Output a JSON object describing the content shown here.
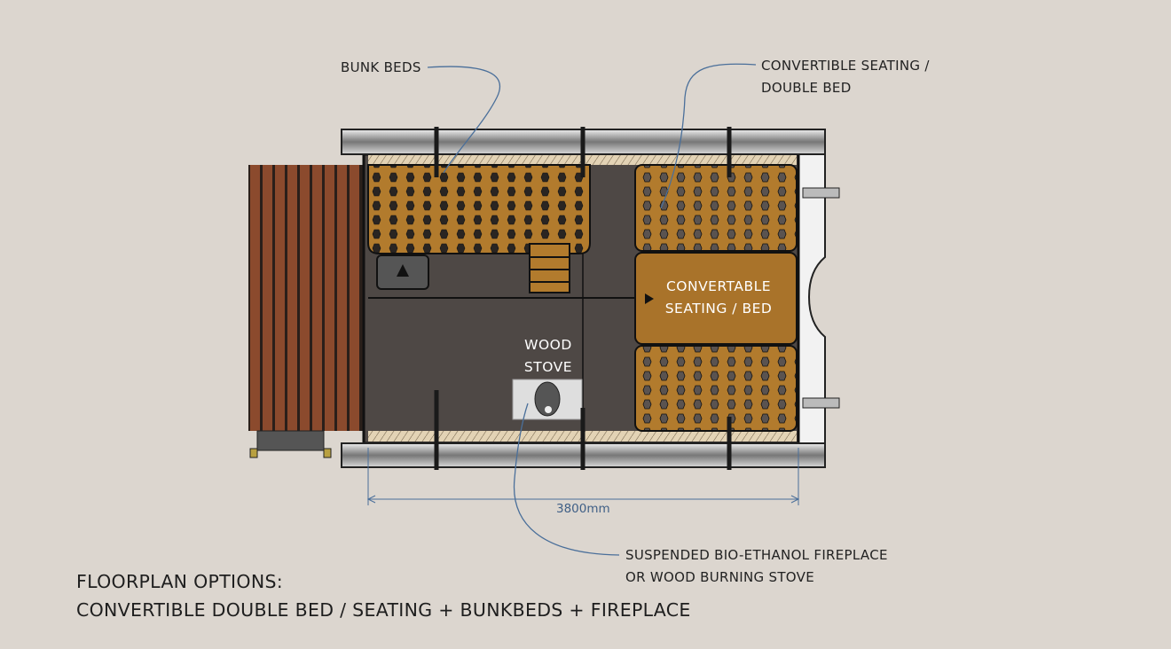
{
  "annotations": {
    "bunk_beds": "BUNK BEDS",
    "convertible_seating_line1": "CONVERTIBLE SEATING /",
    "convertible_seating_line2": "DOUBLE BED",
    "fireplace_line1": "SUSPENDED BIO-ETHANOL FIREPLACE",
    "fireplace_line2": "OR WOOD BURNING STOVE"
  },
  "plan_labels": {
    "bed_line1": "CONVERTABLE",
    "bed_line2": "SEATING / BED",
    "stove_line1": "WOOD",
    "stove_line2": "STOVE"
  },
  "dimension": "3800mm",
  "title": {
    "line1": "FLOORPLAN OPTIONS:",
    "line2": "CONVERTIBLE DOUBLE BED / SEATING + BUNKBEDS + FIREPLACE"
  },
  "colors": {
    "background": "#dcd6cf",
    "floor": "#4e4845",
    "wood": "#b07a2c",
    "deck": "#8b4a2d",
    "leader": "#4a6f9a"
  }
}
